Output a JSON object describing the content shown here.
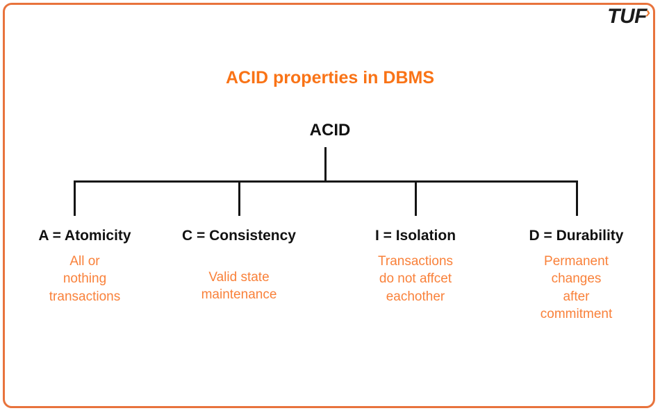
{
  "logo": {
    "text": "TUF",
    "chevron": "›",
    "chevron_color": "#ef7a30",
    "text_color": "#1b1b1b"
  },
  "theme": {
    "accent_orange": "#f97316",
    "border_orange": "#e8733c",
    "text_black": "#111111",
    "background": "#ffffff"
  },
  "diagram": {
    "title": "ACID properties in DBMS",
    "root": "ACID",
    "leaves": [
      {
        "label": "A = Atomicity",
        "description": "All or\nnothing\ntransactions"
      },
      {
        "label": "C = Consistency",
        "description": "Valid state\nmaintenance"
      },
      {
        "label": "I = Isolation",
        "description": "Transactions\ndo not affcet\neachother"
      },
      {
        "label": "D = Durability",
        "description": "Permanent\nchanges\nafter\ncommitment"
      }
    ]
  }
}
